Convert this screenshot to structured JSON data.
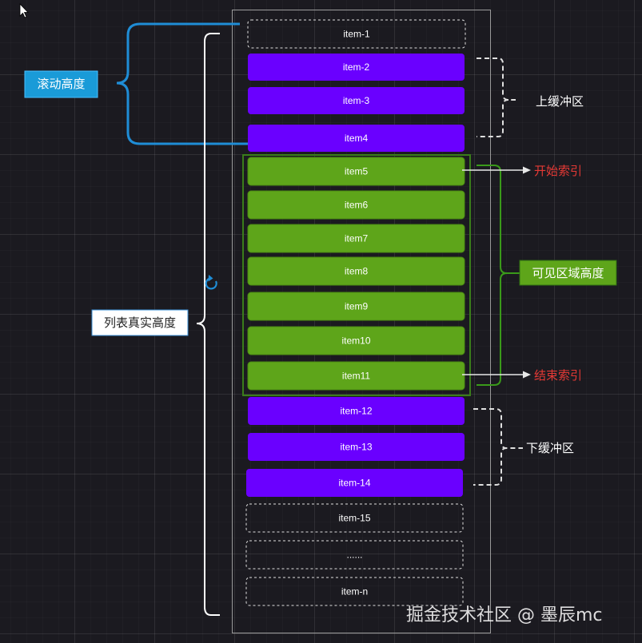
{
  "items": [
    {
      "label": "item-1",
      "kind": "dashed"
    },
    {
      "label": "item-2",
      "kind": "buffer"
    },
    {
      "label": "item-3",
      "kind": "buffer"
    },
    {
      "label": "item4",
      "kind": "buffer"
    },
    {
      "label": "item5",
      "kind": "visible"
    },
    {
      "label": "item6",
      "kind": "visible"
    },
    {
      "label": "item7",
      "kind": "visible"
    },
    {
      "label": "item8",
      "kind": "visible"
    },
    {
      "label": "item9",
      "kind": "visible"
    },
    {
      "label": "item10",
      "kind": "visible"
    },
    {
      "label": "item11",
      "kind": "visible"
    },
    {
      "label": "item-12",
      "kind": "buffer"
    },
    {
      "label": "item-13",
      "kind": "buffer"
    },
    {
      "label": "item-14",
      "kind": "buffer"
    },
    {
      "label": "item-15",
      "kind": "dashed"
    },
    {
      "label": "......",
      "kind": "dashed"
    },
    {
      "label": "item-n",
      "kind": "dashed"
    }
  ],
  "labels": {
    "scroll_height": "滚动高度",
    "list_real_height": "列表真实高度",
    "upper_buffer": "上缓冲区",
    "lower_buffer": "下缓冲区",
    "start_index": "开始索引",
    "end_index": "结束索引",
    "visible_height": "可见区域高度"
  },
  "watermark": "掘金技术社区 @ 墨辰mc",
  "colors": {
    "buffer": "#6a00ff",
    "visible": "#5ea51a",
    "visible_border": "#3a7d1a",
    "scroll_blue": "#1f8dd6",
    "index_red": "#e53935",
    "dashed": "#e0e0e0"
  },
  "icons": {
    "cursor": "pointer-cursor-icon",
    "refresh": "refresh-icon"
  }
}
